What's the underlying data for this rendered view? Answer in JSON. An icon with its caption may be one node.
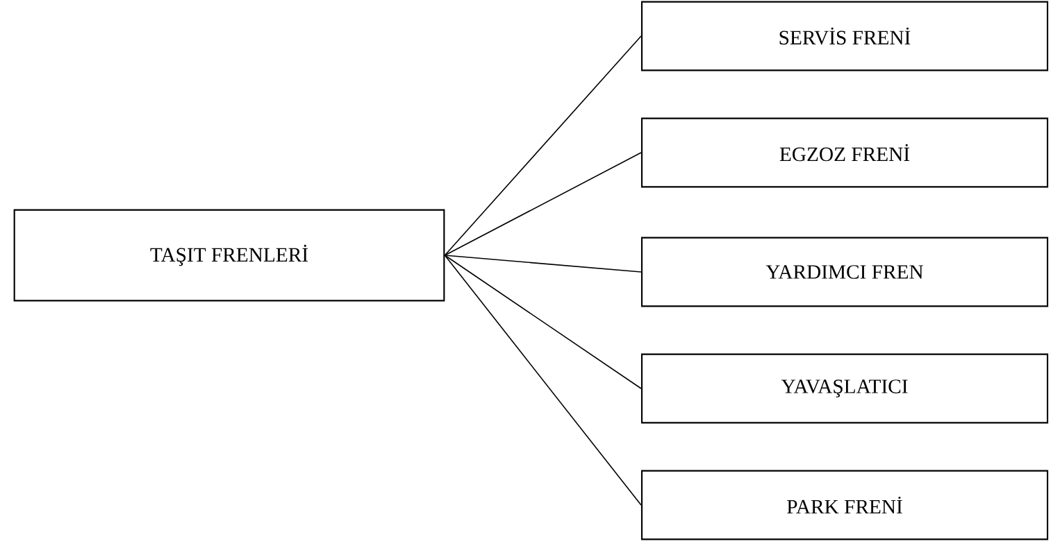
{
  "diagram": {
    "nodes": [
      {
        "text": [
          "TAŞIT FRENLERİ"
        ]
      },
      {
        "text": [
          "SERVİS FRENİ"
        ]
      },
      {
        "text": [
          "EGZOZ FRENİ"
        ]
      },
      {
        "text": [
          "YARDIMCI FREN"
        ]
      },
      {
        "text": [
          "YAVAŞLATICI"
        ]
      },
      {
        "text": [
          "PARK FRENİ"
        ]
      }
    ],
    "edges": [
      {
        "from": 0,
        "to": 1,
        "arrow": "none"
      },
      {
        "from": 0,
        "to": 2,
        "arrow": "none"
      },
      {
        "from": 0,
        "to": 3,
        "arrow": "none"
      },
      {
        "from": 0,
        "to": 4,
        "arrow": "none"
      },
      {
        "from": 0,
        "to": 5,
        "arrow": "none"
      }
    ]
  }
}
